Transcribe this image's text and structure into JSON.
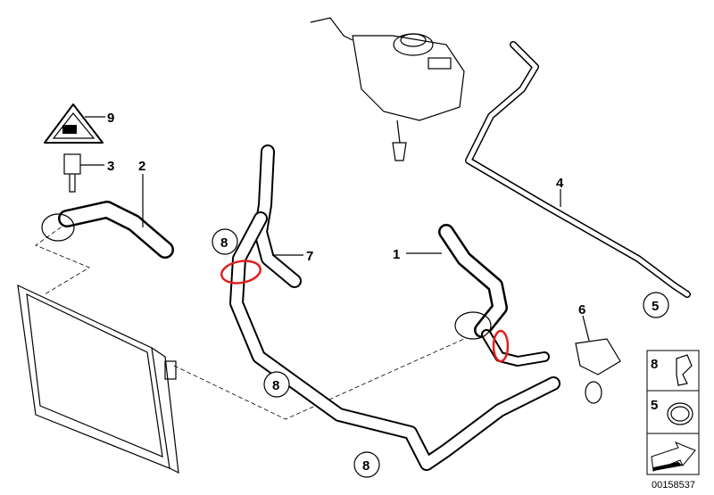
{
  "diagram": {
    "callouts": [
      {
        "id": "callout-9",
        "text": "9"
      },
      {
        "id": "callout-3",
        "text": "3"
      },
      {
        "id": "callout-2",
        "text": "2"
      },
      {
        "id": "callout-8-top",
        "text": "8"
      },
      {
        "id": "callout-7",
        "text": "7"
      },
      {
        "id": "callout-1",
        "text": "1"
      },
      {
        "id": "callout-4",
        "text": "4"
      },
      {
        "id": "callout-5",
        "text": "5"
      },
      {
        "id": "callout-6",
        "text": "6"
      },
      {
        "id": "callout-8-mid",
        "text": "8"
      },
      {
        "id": "callout-8-bottom",
        "text": "8"
      }
    ],
    "legend": {
      "items": [
        {
          "number": "8",
          "part": "hose-clip"
        },
        {
          "number": "5",
          "part": "hose-clamp"
        }
      ]
    },
    "catalog_number": "00158537",
    "highlight_color": "#e02020"
  }
}
